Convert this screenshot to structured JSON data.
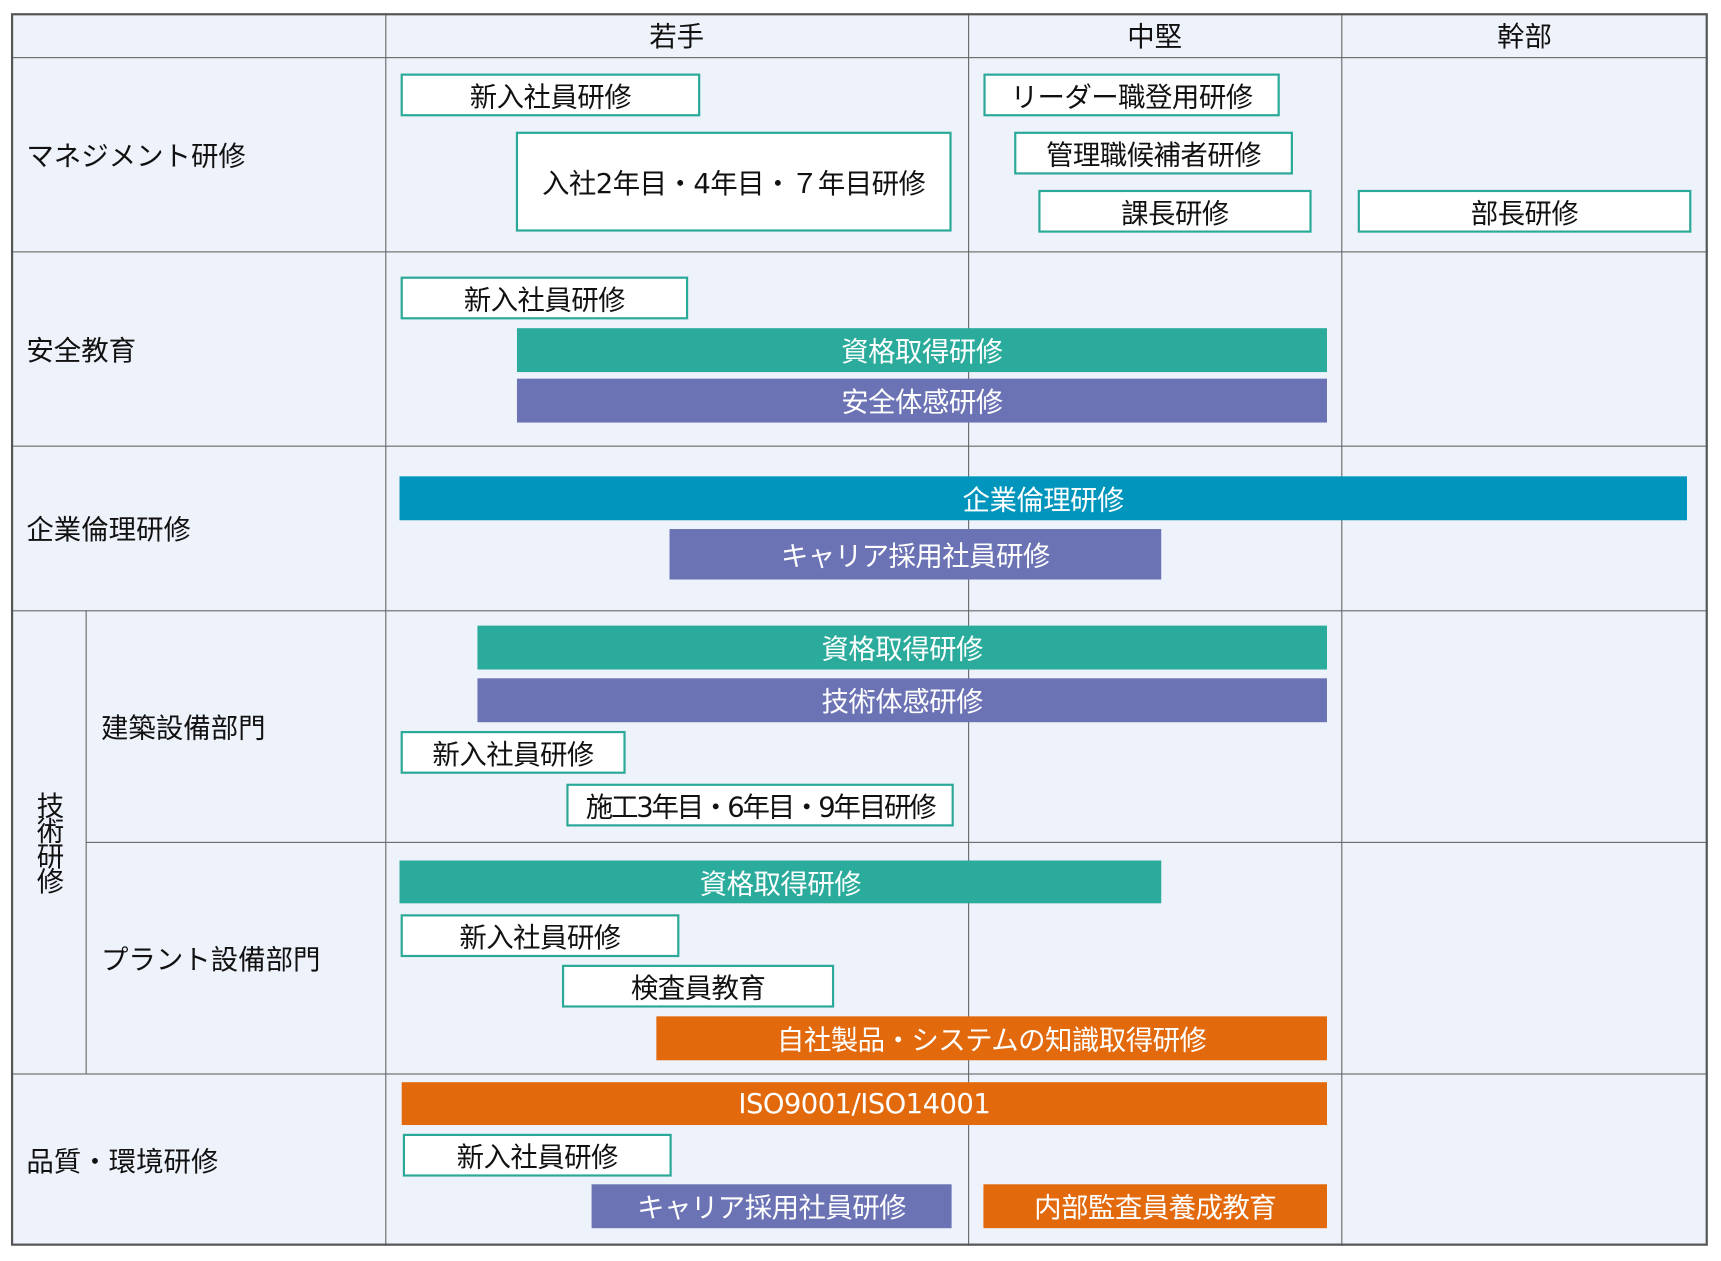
{
  "header": {
    "cols": [
      "若手",
      "中堅",
      "幹部"
    ]
  },
  "rows": {
    "management": {
      "label": "マネジメント研修",
      "items": [
        "新入社員研修",
        "入社2年目・4年目・７年目研修",
        "リーダー職登用研修",
        "管理職候補者研修",
        "課長研修",
        "部長研修"
      ]
    },
    "safety": {
      "label": "安全教育",
      "items": [
        "新入社員研修",
        "資格取得研修",
        "安全体感研修"
      ]
    },
    "ethics": {
      "label": "企業倫理研修",
      "items": [
        "企業倫理研修",
        "キャリア採用社員研修"
      ]
    },
    "technical": {
      "label": "技術研修",
      "building": {
        "label": "建築設備部門",
        "items": [
          "資格取得研修",
          "技術体感研修",
          "新入社員研修",
          "施工3年目・6年目・9年目研修"
        ]
      },
      "plant": {
        "label": "プラント設備部門",
        "items": [
          "資格取得研修",
          "新入社員研修",
          "検査員教育",
          "自社製品・システムの知識取得研修"
        ]
      }
    },
    "quality": {
      "label": "品質・環境研修",
      "items": [
        "ISO9001/ISO14001",
        "新入社員研修",
        "キャリア採用社員研修",
        "内部監査員養成教育"
      ]
    }
  },
  "colors": {
    "background": "#eef2fa",
    "outline": "#2aa898",
    "teal": "#2aab9c",
    "purple": "#6b73b5",
    "blue": "#0095bd",
    "orange": "#e2690c"
  }
}
